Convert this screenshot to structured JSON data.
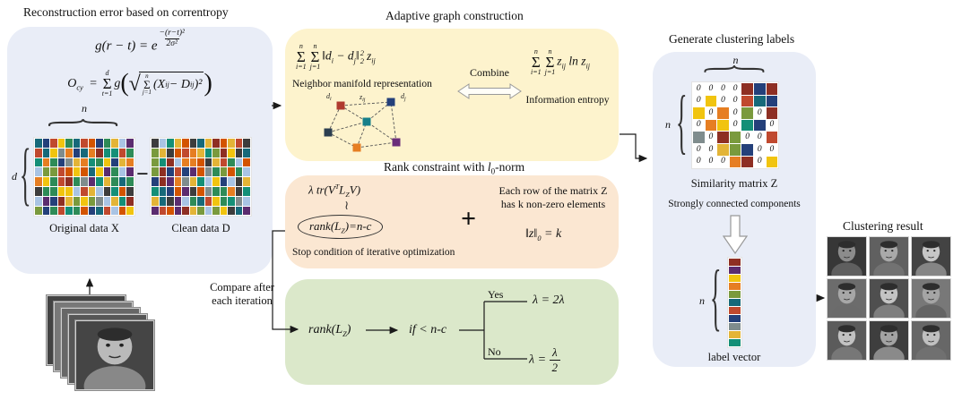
{
  "symbols": {
    "sigma": "Σ",
    "sqrt": "√",
    "lparen": "(",
    "rparen": ")",
    "lbrace": "{",
    "squiggle": "≀"
  },
  "palette": [
    "#8e2f23",
    "#c0492e",
    "#e67e22",
    "#f1c40f",
    "#e3b437",
    "#7a9a3d",
    "#2e8b57",
    "#17697a",
    "#24407a",
    "#5b2c6f",
    "#7f8c8d",
    "#a9c4e4",
    "#3d3d3d",
    "#d35400",
    "#148f77"
  ],
  "box_colors": {
    "blue": "#e9edf7",
    "yellow": "#fdf3cd",
    "orange": "#fbe7d2",
    "green": "#dbe8ca"
  },
  "left_box": {
    "title": "Reconstruction error based on correntropy",
    "f1": {
      "lhs": "g(r − t) = e",
      "exp_num": "−(r−t)²",
      "exp_den": "2σ²"
    },
    "f2": {
      "lhs": "O",
      "lhs_sub": "cy",
      "eq": "=",
      "sum_top": "d",
      "sum_bot": "t=1",
      "g": "g",
      "sum2_top": "n",
      "sum2_bot": "j=1",
      "p1": "(X",
      "sub1": "ij",
      "p2": " − D",
      "sub2": "ij",
      "p3": ")²"
    },
    "n_label": "n",
    "d_label": "d",
    "minus_sign": "−",
    "original_label": "Original data X",
    "clean_label": "Clean data D"
  },
  "adaptive_box": {
    "title": "Adaptive graph construction",
    "f3": {
      "s1_top": "n",
      "s1_bot": "i=1",
      "s2_top": "n",
      "s2_bot": "j=1",
      "n1": "‖d",
      "sub_i": "i",
      "n2": " − d",
      "sub_j": "j",
      "n3": "‖",
      "sup2": "2",
      "sub2": "2",
      "z": "z",
      "z_sub": "ij"
    },
    "neighbor_label": "Neighbor manifold representation",
    "combine_label": "Combine",
    "f4": {
      "s1_top": "n",
      "s1_bot": "i=1",
      "s2_top": "n",
      "s2_bot": "j=1",
      "b1": "z",
      "sub1": "ij",
      "b2": " ln z",
      "sub2": "ij"
    },
    "entropy_label": "Information entropy",
    "graph": {
      "di_base": "d",
      "di_sub": "i",
      "zij_base": "z",
      "zij_sub": "ij",
      "dj_base": "d",
      "dj_sub": "j",
      "node_colors": [
        "#b03a2e",
        "#24407a",
        "#17808a",
        "#2c3e50",
        "#e67e22",
        "#6b2d7b"
      ]
    }
  },
  "rank_box": {
    "title_pre": "Rank constraint with ",
    "title_l": "l",
    "title_sub": "0",
    "title_post": "-norm",
    "f5": {
      "p1": "λ tr(V",
      "sup": "T",
      "p2": "L",
      "sub": "Z",
      "p3": "V)"
    },
    "squiggle": "≀",
    "f6": {
      "p1": "rank(L",
      "sub": "Z",
      "p2": ")=n-c"
    },
    "stop_label": "Stop condition of iterative optimization",
    "plus": "+",
    "row_note_line1": "Each row of the matrix Z",
    "row_note_line2": "has k non-zero elements",
    "f7": {
      "p1": "‖z‖",
      "sub": "0",
      "p2": " = k"
    }
  },
  "green_box": {
    "compare_line1": "Compare after",
    "compare_line2": "each iteration",
    "f8": {
      "p1": "rank(L",
      "sub": "Z",
      "p2": ")"
    },
    "condition": "if < n-c",
    "yes_label": "Yes",
    "yes_formula": "λ = 2λ",
    "no_label": "No",
    "no_pre": "λ = ",
    "no_frac_num": "λ",
    "no_frac_den": "2"
  },
  "right_box": {
    "title": "Generate clustering labels",
    "n_top": "n",
    "n_left": "n",
    "similarity_label": "Similarity matrix Z",
    "scc_label": "Strongly connected components",
    "vector_n": "n",
    "vector_label": "label vector",
    "matrix_cells": [
      [
        "0",
        "0",
        "0",
        "0",
        "#8e2f23",
        "#24407a",
        "#8e2f23"
      ],
      [
        "0",
        "#f1c40f",
        "0",
        "0",
        "#c0492e",
        "#17697a",
        "#24407a"
      ],
      [
        "#f1c40f",
        "0",
        "#e67e22",
        "0",
        "#7a9a3d",
        "0",
        "#8e2f23"
      ],
      [
        "0",
        "#e67e22",
        "#f1c40f",
        "0",
        "#148f77",
        "#24407a",
        "0"
      ],
      [
        "#7f8c8d",
        "0",
        "#8e2f23",
        "#7a9a3d",
        "0",
        "0",
        "#c0492e"
      ],
      [
        "0",
        "0",
        "#e3b437",
        "#7a9a3d",
        "#24407a",
        "0",
        "0"
      ],
      [
        "0",
        "0",
        "0",
        "#e67e22",
        "#8e2f23",
        "0",
        "#f1c40f"
      ]
    ],
    "vector_colors": [
      "#8e2f23",
      "#5b2c6f",
      "#f1c40f",
      "#e67e22",
      "#7a9a3d",
      "#17697a",
      "#c0492e",
      "#24407a",
      "#7f8c8d",
      "#e3b437",
      "#148f77"
    ]
  },
  "result": {
    "title": "Clustering result"
  }
}
